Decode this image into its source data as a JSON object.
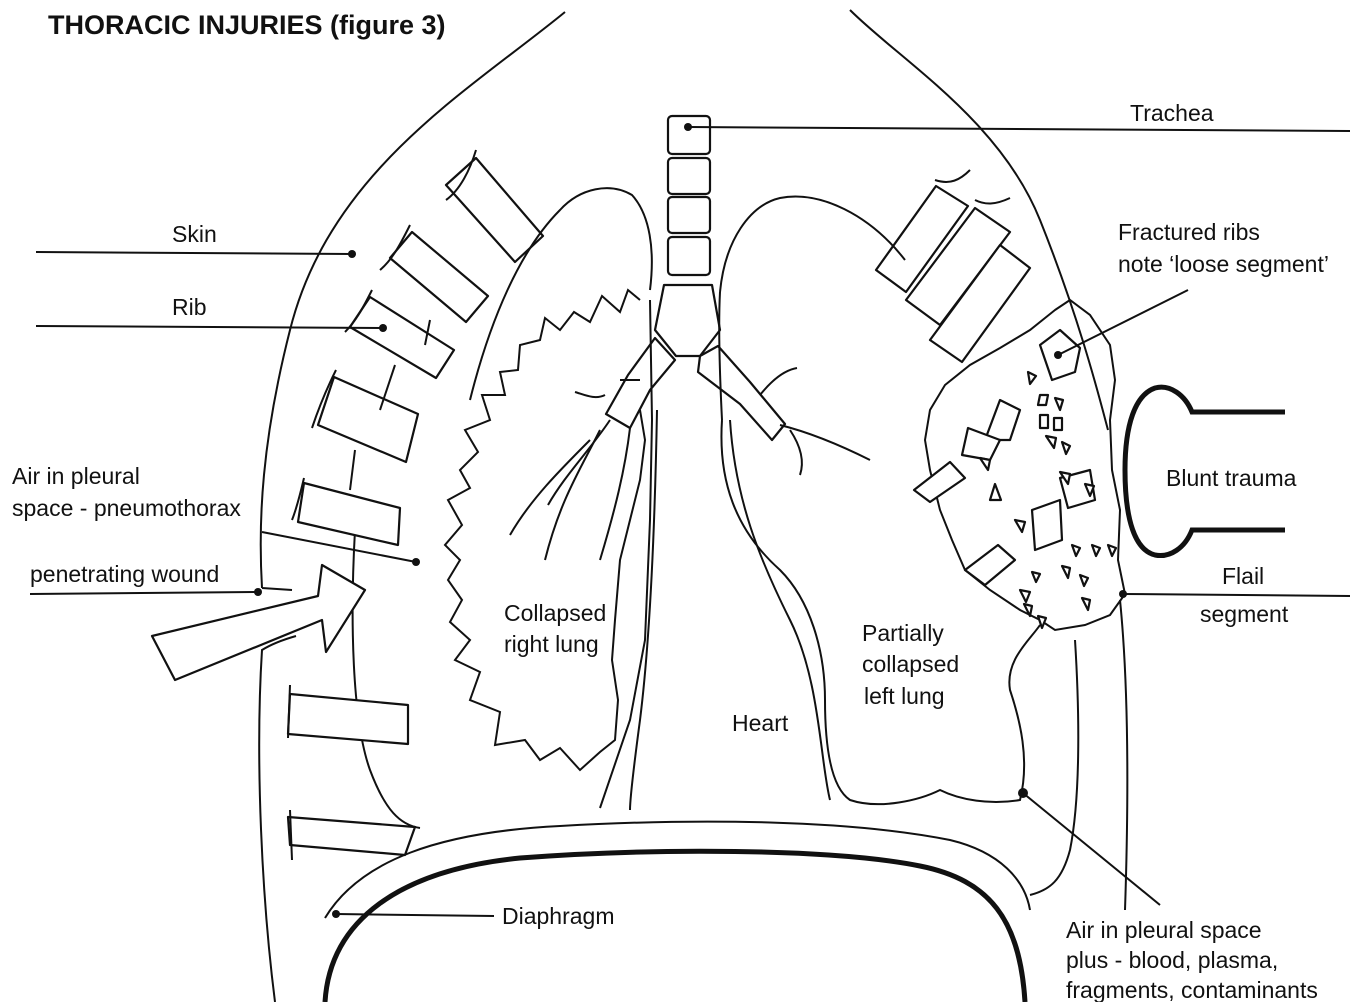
{
  "title": "THORACIC INJURIES  (figure 3)",
  "labels": {
    "skin": "Skin",
    "rib": "Rib",
    "pneumothorax_1": "Air in pleural",
    "pneumothorax_2": "space - pneumothorax",
    "penetrating": "penetrating wound",
    "collapsed_1": "Collapsed",
    "collapsed_2": "right lung",
    "heart": "Heart",
    "partial_1": "Partially",
    "partial_2": "collapsed",
    "partial_3": "left lung",
    "trachea": "Trachea",
    "fractured_1": "Fractured ribs",
    "fractured_2": "note ‘loose segment’",
    "blunt": "Blunt trauma",
    "flail_1": "Flail",
    "flail_2": "segment",
    "diaphragm": "Diaphragm",
    "air_blood_1": "Air in pleural space",
    "air_blood_2": "plus - blood, plasma,",
    "air_blood_3": "fragments, contaminants"
  }
}
